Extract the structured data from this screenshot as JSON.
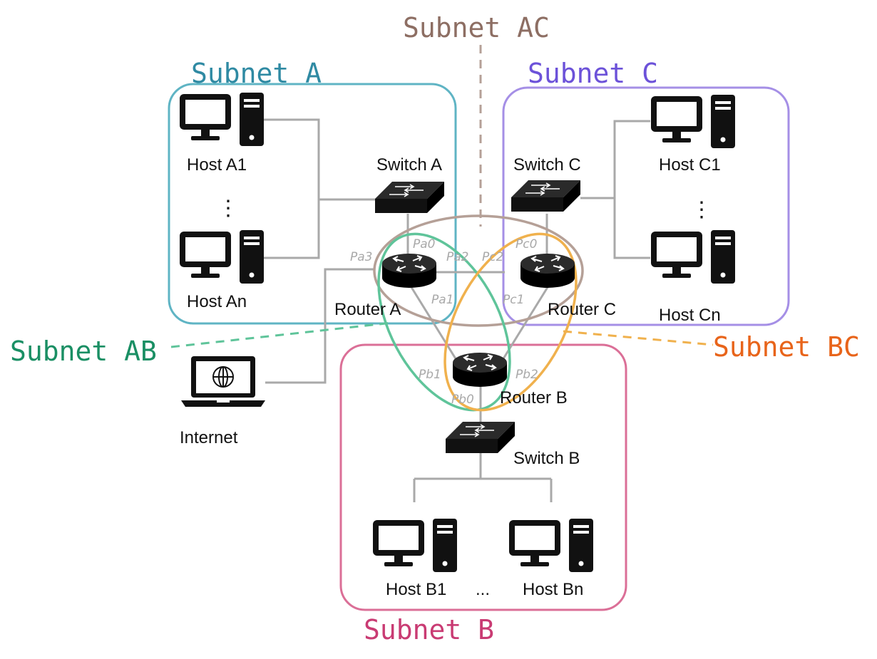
{
  "subnets": {
    "a": {
      "label": "Subnet A",
      "color": "#2f8aa3"
    },
    "b": {
      "label": "Subnet B",
      "color": "#c93b73"
    },
    "c": {
      "label": "Subnet C",
      "color": "#6c52d9"
    },
    "ab": {
      "label": "Subnet AB",
      "color": "#1a8f64"
    },
    "ac": {
      "label": "Subnet AC",
      "color": "#8d6e63"
    },
    "bc": {
      "label": "Subnet BC",
      "color": "#e8641a"
    }
  },
  "hosts": {
    "a1": "Host A1",
    "an": "Host An",
    "b1": "Host B1",
    "bn": "Host Bn",
    "c1": "Host C1",
    "cn": "Host Cn"
  },
  "switches": {
    "a": "Switch A",
    "b": "Switch B",
    "c": "Switch C"
  },
  "routers": {
    "a": "Router A",
    "b": "Router B",
    "c": "Router C"
  },
  "internet": "Internet",
  "ports": {
    "pa0": "Pa0",
    "pa1": "Pa1",
    "pa2": "Pa2",
    "pa3": "Pa3",
    "pb0": "Pb0",
    "pb1": "Pb1",
    "pb2": "Pb2",
    "pc0": "Pc0",
    "pc1": "Pc1",
    "pc2": "Pc2"
  },
  "ellipsis": {
    "vertical": "⋮",
    "horizontal": "..."
  }
}
